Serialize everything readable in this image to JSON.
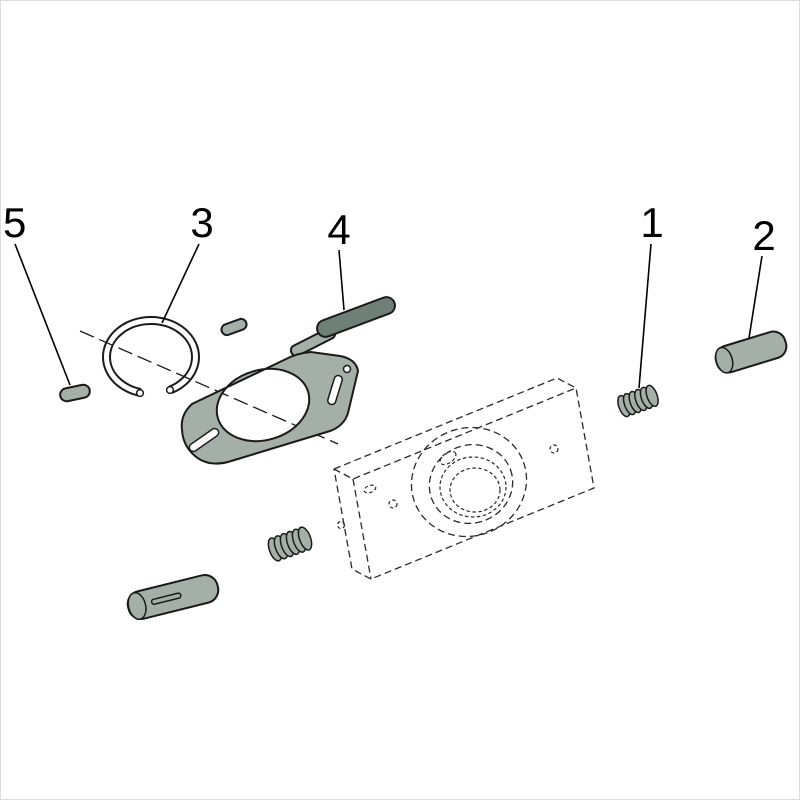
{
  "diagram": {
    "labels": [
      {
        "text": "5",
        "part": "small-dowel-pin"
      },
      {
        "text": "3",
        "part": "snap-ring"
      },
      {
        "text": "4",
        "part": "handle-cam-plate"
      },
      {
        "text": "1",
        "part": "compression-spring"
      },
      {
        "text": "2",
        "part": "clevis-pin"
      }
    ],
    "colors": {
      "part_fill": "#a3afa7",
      "part_fill_dark": "#6f8078",
      "outline": "#1a1a1a",
      "background": "#ffffff",
      "border": "#dcdcdc"
    }
  }
}
